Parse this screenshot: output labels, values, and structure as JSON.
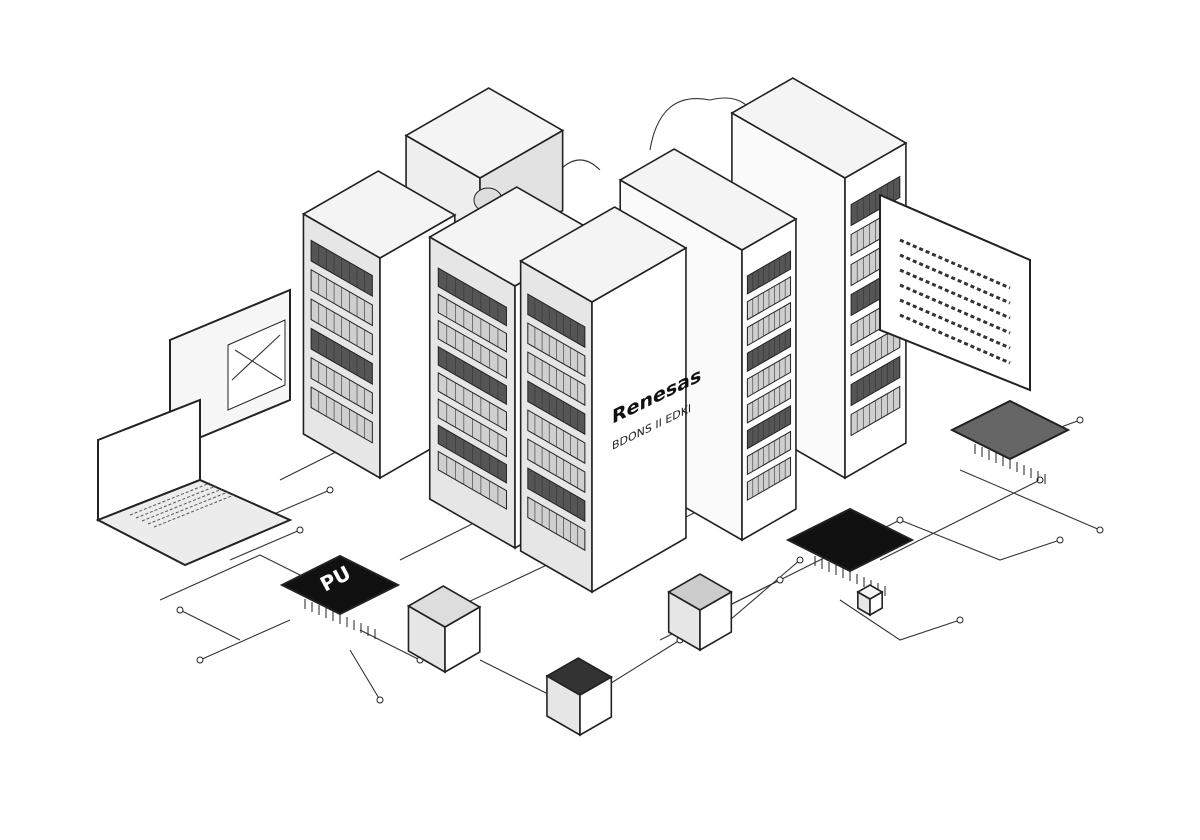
{
  "illustration": {
    "server_brand": "Renesas",
    "server_model": "BDONS II EDKI",
    "chip_label": "PU"
  },
  "colors": {
    "line": "#222222",
    "face_light": "#ffffff",
    "face_mid": "#e6e6e6",
    "face_dark": "#bdbdbd",
    "chip": "#111111"
  }
}
